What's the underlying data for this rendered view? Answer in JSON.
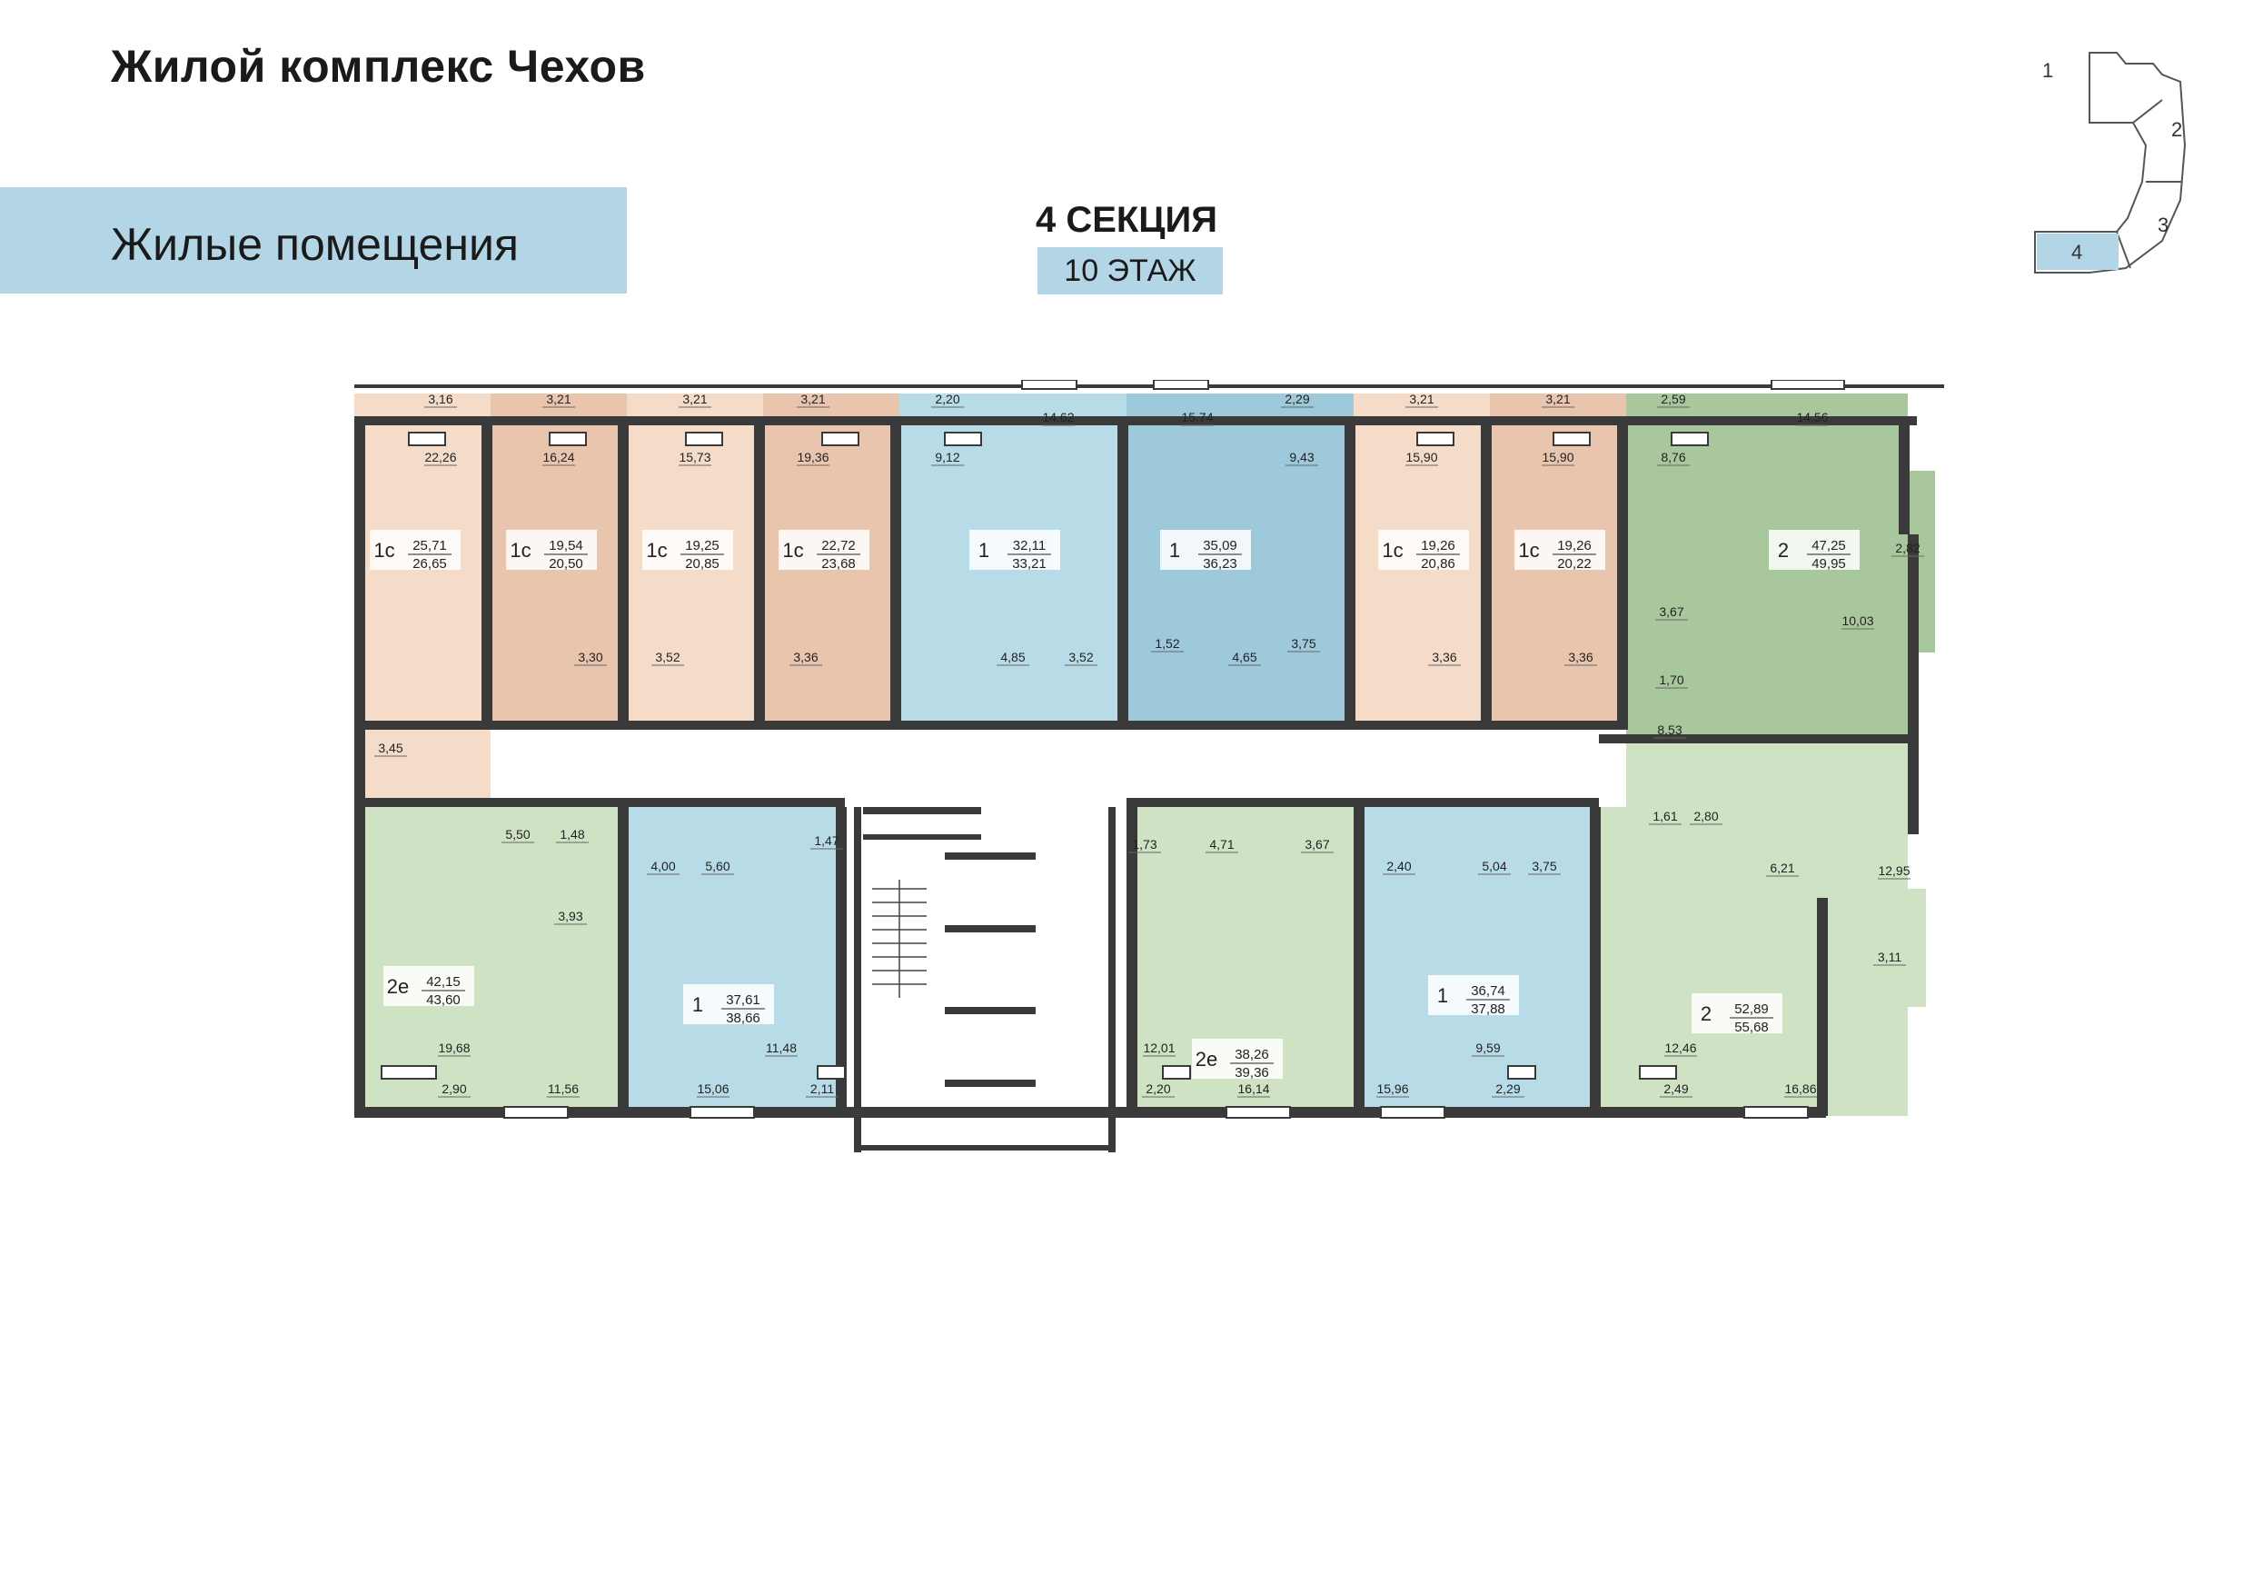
{
  "header": {
    "title": "Жилой комплекс Чехов"
  },
  "banner": {
    "label": "Жилые помещения"
  },
  "section": {
    "title": "4 СЕКЦИЯ",
    "floor": "10 ЭТАЖ"
  },
  "keyplan": {
    "sections": [
      "1",
      "2",
      "3",
      "4"
    ],
    "active": "4"
  },
  "colors": {
    "studio_light": "#f5dcc8",
    "studio_dark": "#e9c5ad",
    "one_room": "#b8dbe8",
    "one_room_dark": "#9ec9db",
    "two_room_light": "#cfe3c4",
    "two_room_dark": "#a9c79d",
    "walls": "#3a3a3a",
    "corridor": "#ffffff"
  },
  "apartments": [
    {
      "type": "1с",
      "living": "25,71",
      "total": "26,65"
    },
    {
      "type": "1с",
      "living": "19,54",
      "total": "20,50"
    },
    {
      "type": "1с",
      "living": "19,25",
      "total": "20,85"
    },
    {
      "type": "1с",
      "living": "22,72",
      "total": "23,68"
    },
    {
      "type": "1",
      "living": "32,11",
      "total": "33,21"
    },
    {
      "type": "1",
      "living": "35,09",
      "total": "36,23"
    },
    {
      "type": "1с",
      "living": "19,26",
      "total": "20,86"
    },
    {
      "type": "1с",
      "living": "19,26",
      "total": "20,22"
    },
    {
      "type": "2",
      "living": "47,25",
      "total": "49,95"
    },
    {
      "type": "2е",
      "living": "42,15",
      "total": "43,60"
    },
    {
      "type": "1",
      "living": "37,61",
      "total": "38,66"
    },
    {
      "type": "2е",
      "living": "38,26",
      "total": "39,36"
    },
    {
      "type": "1",
      "living": "36,74",
      "total": "37,88"
    },
    {
      "type": "2",
      "living": "52,89",
      "total": "55,68"
    }
  ],
  "room_areas": [
    "3,16",
    "3,21",
    "3,21",
    "3,21",
    "2,20",
    "14,62",
    "15,74",
    "2,29",
    "3,21",
    "3,21",
    "2,59",
    "14,56",
    "22,26",
    "16,24",
    "15,73",
    "19,36",
    "9,12",
    "9,43",
    "15,90",
    "15,90",
    "8,76",
    "2,82",
    "3,30",
    "3,52",
    "3,36",
    "4,85",
    "3,52",
    "1,52",
    "4,65",
    "3,75",
    "3,36",
    "3,36",
    "3,67",
    "10,03",
    "1,70",
    "3,45",
    "8,53",
    "5,50",
    "1,48",
    "4,00",
    "5,60",
    "1,47",
    "1,73",
    "4,71",
    "3,67",
    "2,40",
    "5,04",
    "3,75",
    "1,61",
    "2,80",
    "6,21",
    "12,95",
    "3,93",
    "3,11",
    "19,68",
    "11,48",
    "12,01",
    "9,59",
    "12,46",
    "2,90",
    "11,56",
    "15,06",
    "2,11",
    "2,20",
    "16,14",
    "15,96",
    "2,29",
    "2,49",
    "16,86"
  ]
}
